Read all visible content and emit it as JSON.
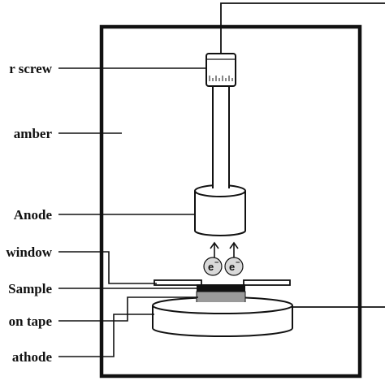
{
  "labels": {
    "screw": "r screw",
    "chamber": "amber",
    "anode": "Anode",
    "window": "window",
    "sample": "Sample",
    "tape": "on tape",
    "cathode": "athode"
  },
  "electron": {
    "symbol": "e",
    "charge": "−"
  },
  "colors": {
    "line": "#111111",
    "sample_fill": "#111111",
    "tape_fill": "#9a9a9a",
    "electron_fill": "#d9d9d9"
  }
}
